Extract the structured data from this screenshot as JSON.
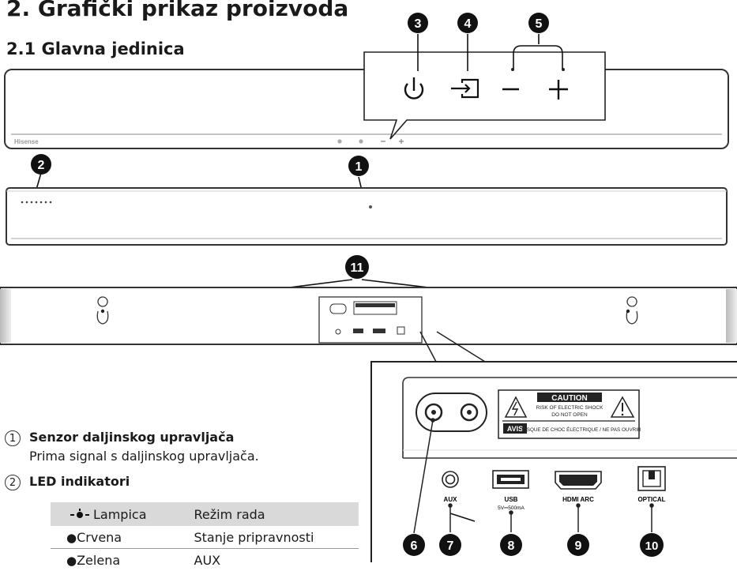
{
  "header": {
    "section_title": "2. Grafički prikaz proizvoda",
    "subsection_title": "2.1 Glavna jedinica"
  },
  "unit": {
    "brand": "Hisense"
  },
  "callouts": [
    "1",
    "2",
    "3",
    "4",
    "5",
    "6",
    "7",
    "8",
    "9",
    "10",
    "11"
  ],
  "zoom_buttons": {
    "power": "power-icon",
    "input": "input-source-icon",
    "minus": "minus-icon",
    "plus": "plus-icon"
  },
  "rear_panel": {
    "caution_title": "CAUTION",
    "caution_line1": "RISK OF ELECTRIC SHOCK",
    "caution_line2": "DO NOT OPEN",
    "avis_label": "AVIS",
    "avis_text": "RISQUE DE CHOC ÉLECTRIQUE / NE PAS OUVRIR",
    "ports": {
      "aux": "AUX",
      "usb": "USB",
      "usb_rating": "5V⎓500mA",
      "hdmi": "HDMI ARC",
      "optical": "OPTICAL"
    }
  },
  "items": [
    {
      "number": "1",
      "title": "Senzor daljinskog upravljača",
      "description": "Prima signal s daljinskog upravljača."
    },
    {
      "number": "2",
      "title": "LED indikatori"
    }
  ],
  "led_table": {
    "headers": [
      "Lampica",
      "Režim rada"
    ],
    "rows": [
      {
        "color": "Crvena",
        "mode": "Stanje pripravnosti",
        "dot": "#000000"
      },
      {
        "color": "Zelena",
        "mode": "AUX",
        "dot": "#000000"
      }
    ]
  }
}
